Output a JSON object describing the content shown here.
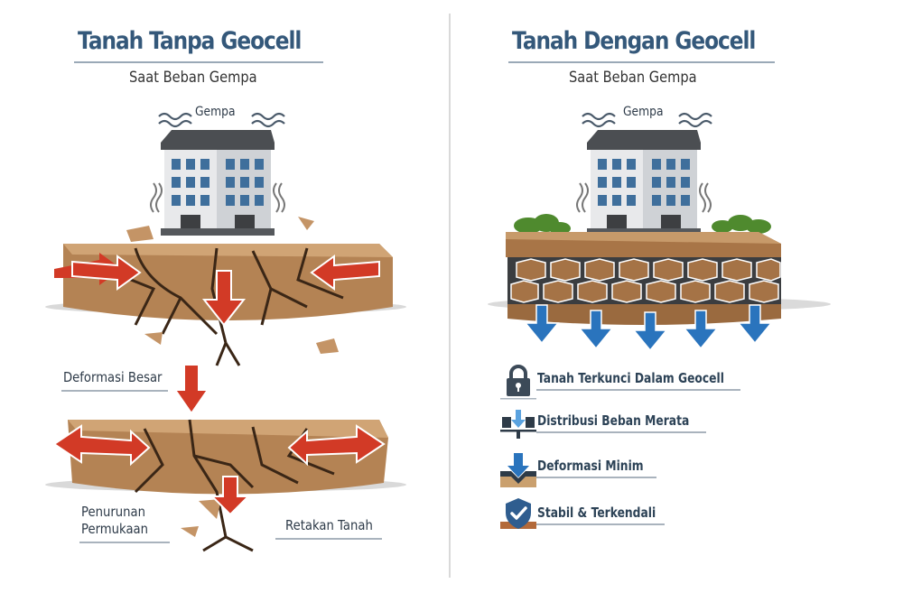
{
  "left_panel": {
    "title": "Tanah Tanpa Geocell",
    "subtitle": "Saat Beban Gempa",
    "building_label": "Gempa",
    "labels": {
      "large_deformation": "Deformasi Besar",
      "surface_settlement_line1": "Penurunan",
      "surface_settlement_line2": "Permukaan",
      "soil_cracks": "Retakan Tanah"
    }
  },
  "right_panel": {
    "title": "Tanah Dengan Geocell",
    "subtitle": "Saat Beban Gempa",
    "building_label": "Gempa",
    "features": [
      {
        "icon": "lock-icon",
        "label": "Tanah Terkunci Dalam Geocell"
      },
      {
        "icon": "load-distribution-icon",
        "label": "Distribusi Beban Merata"
      },
      {
        "icon": "minimal-deformation-icon",
        "label": "Deformasi Minim"
      },
      {
        "icon": "shield-check-icon",
        "label": "Stabil & Terkendali"
      }
    ]
  },
  "colors": {
    "title": "#34587a",
    "red_arrow": "#d23a26",
    "blue_arrow": "#2a74bd",
    "soil": "#b8875a",
    "soil_dark": "#7b5433",
    "crack": "#3a2616",
    "geocell": "#3b3d40",
    "grass": "#4f8a2e",
    "divider": "#d9d9d9"
  }
}
